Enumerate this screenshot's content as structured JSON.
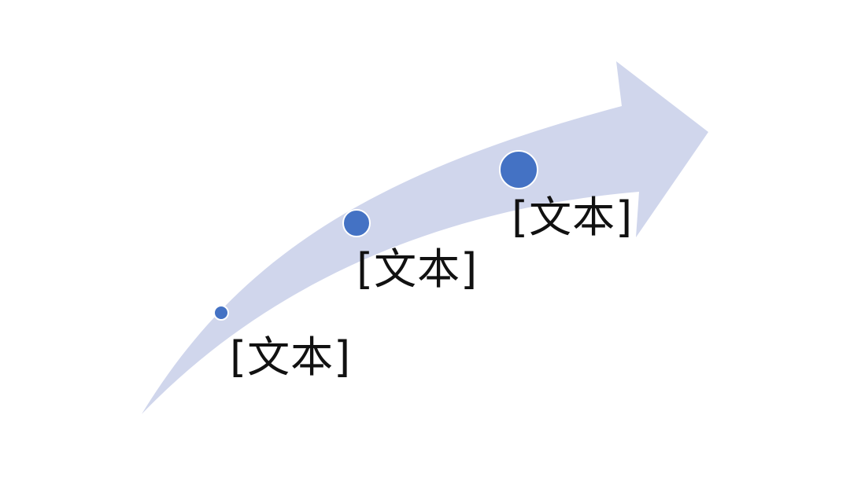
{
  "colors": {
    "arrow_fill": "#d0d6ec",
    "dot_fill": "#4472c4",
    "dot_stroke": "#ffffff",
    "label_text": "#111111"
  },
  "steps": [
    {
      "label": "[文本]"
    },
    {
      "label": "[文本]"
    },
    {
      "label": "[文本]"
    }
  ]
}
